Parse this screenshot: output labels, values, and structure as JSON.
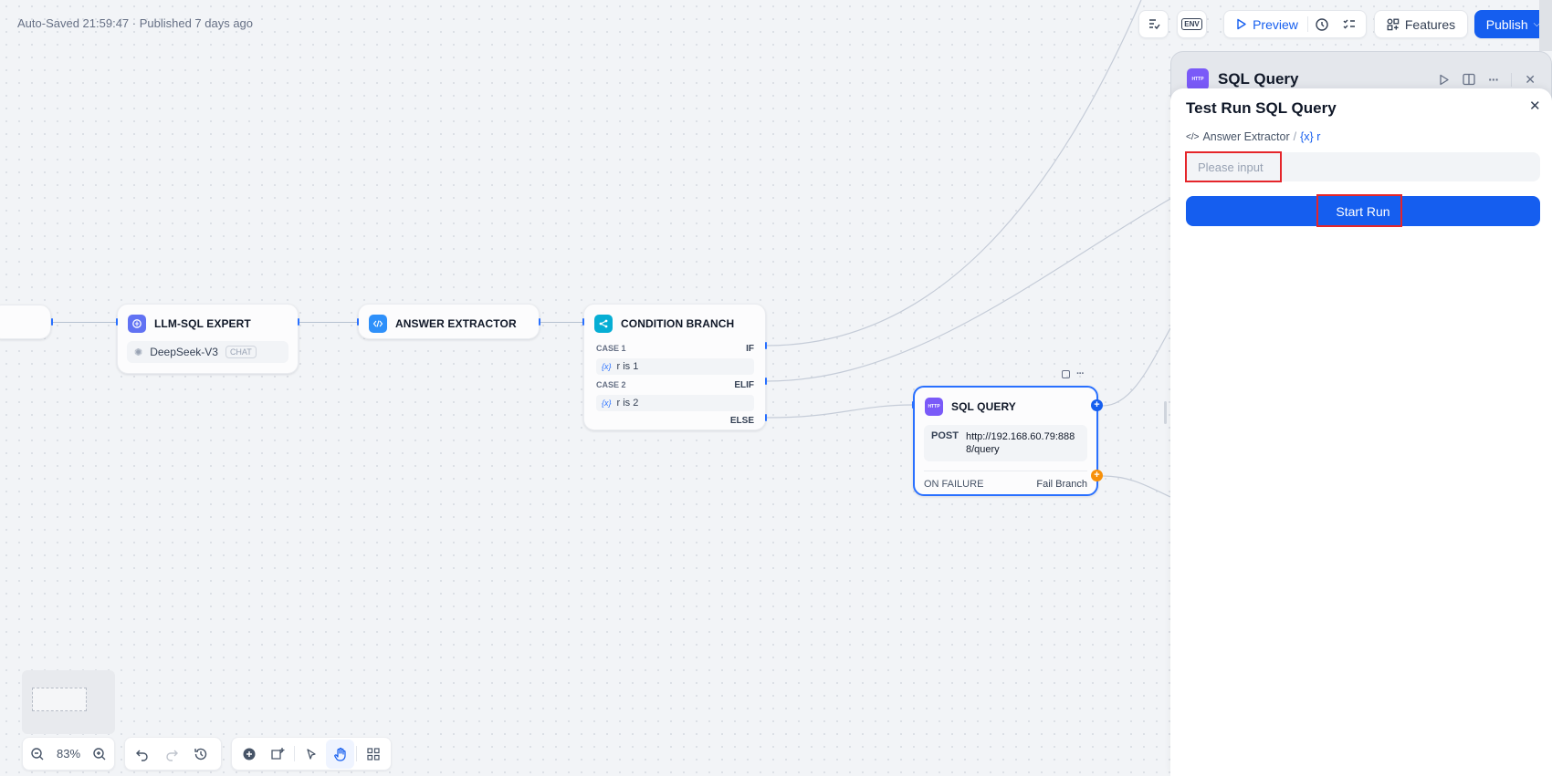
{
  "header": {
    "status": "Auto-Saved 21:59:47 · Published 7 days ago"
  },
  "toolbar": {
    "env_label": "ENV",
    "preview_label": "Preview",
    "features_label": "Features",
    "publish_label": "Publish"
  },
  "nodes": {
    "llm": {
      "title": "LLM-SQL EXPERT",
      "model": "DeepSeek-V3",
      "model_badge": "CHAT"
    },
    "extractor": {
      "title": "ANSWER EXTRACTOR"
    },
    "condition": {
      "title": "CONDITION BRANCH",
      "cases": [
        {
          "label": "CASE 1",
          "keyword": "IF",
          "condition": "r is 1"
        },
        {
          "label": "CASE 2",
          "keyword": "ELIF",
          "condition": "r is 2"
        }
      ],
      "else_keyword": "ELSE",
      "var_glyph": "{x}"
    },
    "sql": {
      "title": "SQL QUERY",
      "icon_text": "HTTP",
      "method": "POST",
      "url": "http://192.168.60.79:8888/query",
      "failure_label": "ON FAILURE",
      "failure_value": "Fail Branch"
    }
  },
  "bottom_toolbar": {
    "zoom": "83%"
  },
  "panel": {
    "node_title": "SQL Query",
    "node_icon_text": "HTTP",
    "test_run_title": "Test Run SQL Query",
    "breadcrumb": {
      "node": "Answer Extractor",
      "separator": "/",
      "variable": "{x} r"
    },
    "input_placeholder": "Please input",
    "input_value": "",
    "start_button": "Start Run"
  },
  "colors": {
    "accent": "#155eef",
    "highlight": "#e5252a",
    "llm_icon": "#6172f3",
    "extractor_icon": "#2e90fa",
    "condition_icon": "#06aed4",
    "http_icon": "#7a5af8",
    "fail_handle": "#f79009"
  }
}
